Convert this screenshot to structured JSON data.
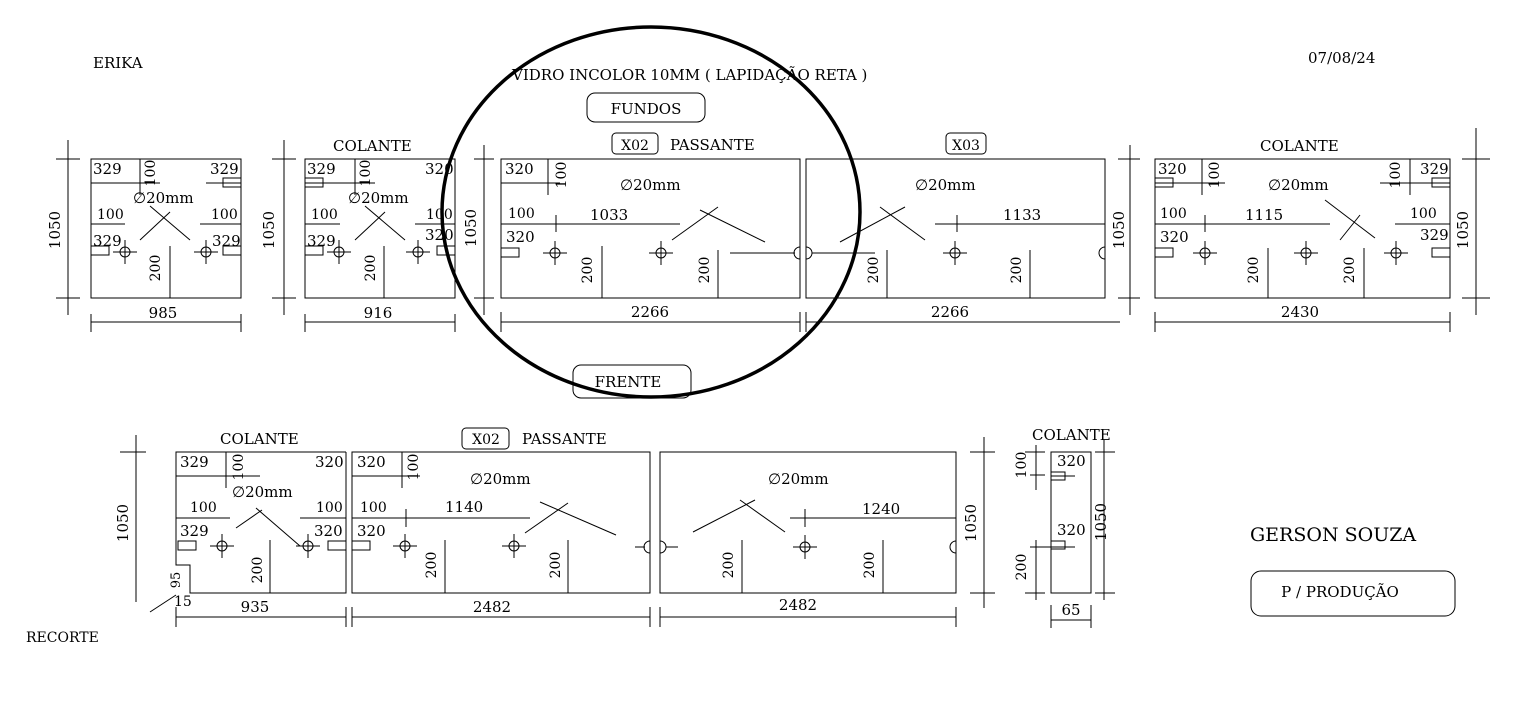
{
  "header": {
    "client": "ERIKA",
    "material": "VIDRO INCOLOR 10MM ( LAPIDAÇÃO RETA )",
    "date": "07/08/24"
  },
  "tags": {
    "fundos": "FUNDOS",
    "frente": "FRENTE",
    "production": "P / PRODUÇÃO"
  },
  "footer": {
    "name": "GERSON SOUZA",
    "recorte": "RECORTE"
  },
  "labels": {
    "colante": "COLANTE",
    "passante": "PASSANTE",
    "x02": "X02",
    "x03": "X03",
    "hole": "∅20mm"
  },
  "dims": {
    "h1050": "1050",
    "d100": "100",
    "d200": "200",
    "d320": "320",
    "d329": "329",
    "d95": "95",
    "d15": "15",
    "w985": "985",
    "w916": "916",
    "w2266": "2266",
    "w2430": "2430",
    "w935": "935",
    "w2482": "2482",
    "w65": "65",
    "s1033": "1033",
    "s1133": "1133",
    "s1115": "1115",
    "s1140": "1140",
    "s1240": "1240",
    "cut320": "320",
    "cut329": "329",
    "cut329b": "329"
  }
}
